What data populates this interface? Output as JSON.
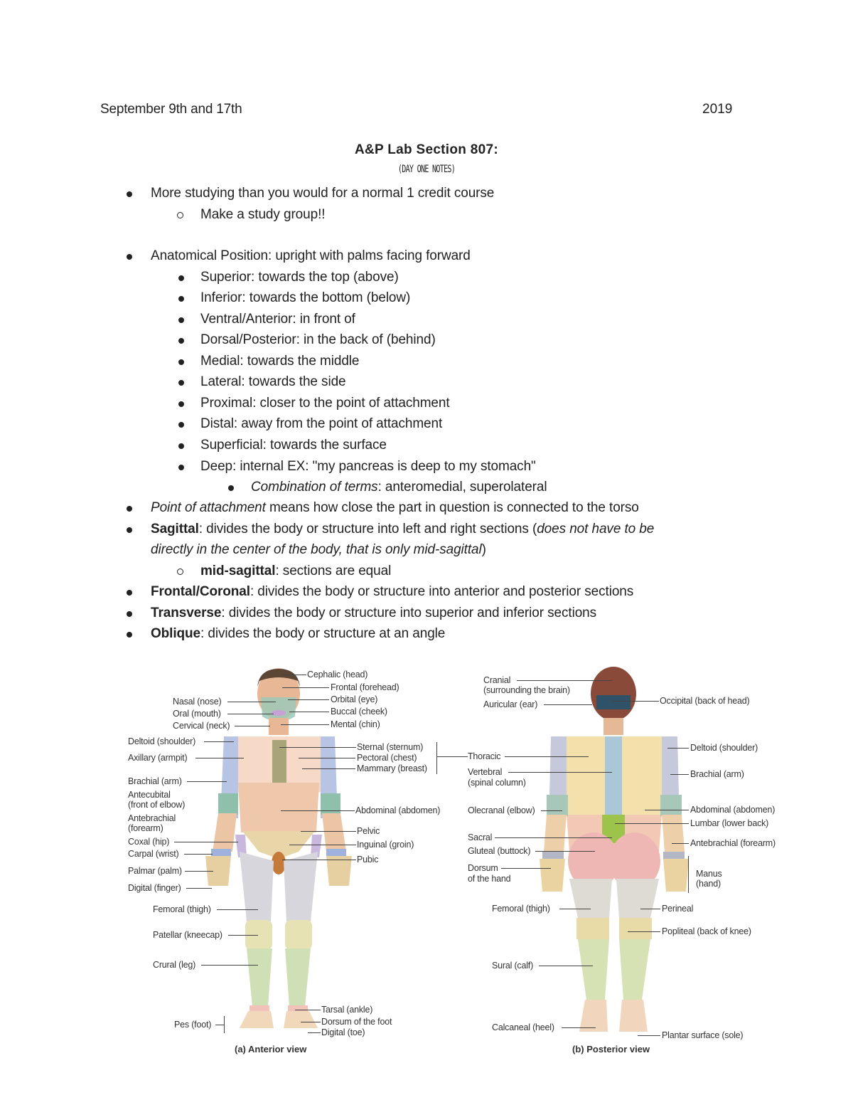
{
  "header": {
    "dates": "September 9th and 17th",
    "year": "2019"
  },
  "title": "A&P Lab Section 807:",
  "subtitle": "(DAY ONE NOTES)",
  "notes": {
    "n1": "More studying than you would for a normal 1 credit course",
    "n1_sub1": "Make a study group!!",
    "n2": "Anatomical Position: upright with palms facing forward",
    "n2_subs": [
      "Superior: towards the top (above)",
      "Inferior: towards the bottom (below)",
      "Ventral/Anterior: in front of",
      "Dorsal/Posterior: in the back of (behind)",
      "Medial: towards the middle",
      "Lateral: towards the side",
      "Proximal: closer to the point of attachment",
      "Distal: away from the point of attachment",
      "Superficial: towards the surface",
      " Deep: internal EX: \"my pancreas is deep to my stomach\""
    ],
    "n2_subsub_italic": "Combination of terms",
    "n2_subsub_rest": ": anteromedial, superolateral",
    "n3_italic": "Point of attachment",
    "n3_rest": " means how close the part in question is connected to the torso",
    "n4_bold": "Sagittal",
    "n4_rest": ": divides the body or structure into left and right sections (",
    "n4_italic": "does not have to be",
    "n4_line2_italic": "directly in the center of the body, that is only mid-sagittal",
    "n4_line2_end": ")",
    "n4_sub_bold": "mid-sagittal",
    "n4_sub_rest": ": sections are equal",
    "n5_bold": "Frontal/Coronal",
    "n5_rest": ": divides the body or structure into anterior and posterior sections",
    "n6_bold": "Transverse",
    "n6_rest": ": divides the body or structure into superior and inferior sections",
    "n7_bold": "Oblique",
    "n7_rest": ": divides the body or structure at an angle"
  },
  "figure": {
    "anterior": {
      "caption": "(a) Anterior view",
      "left_labels": [
        "Nasal (nose)",
        "Oral (mouth)",
        "Cervical (neck)",
        "Deltoid (shoulder)",
        "Axillary (armpit)",
        "Brachial (arm)",
        "Antecubital",
        "(front of elbow)",
        "Antebrachial",
        "(forearm)",
        "Coxal (hip)",
        "Carpal (wrist)",
        "Palmar (palm)",
        "Digital (finger)",
        "Femoral (thigh)",
        "Patellar (kneecap)",
        "Crural (leg)",
        "Pes (foot)"
      ],
      "right_labels": [
        "Cephalic (head)",
        "Frontal (forehead)",
        "Orbital (eye)",
        "Buccal (cheek)",
        "Mental (chin)",
        "Sternal (sternum)",
        "Pectoral (chest)",
        "Mammary (breast)",
        "Abdominal (abdomen)",
        "Pelvic",
        "Inguinal (groin)",
        "Pubic",
        "Tarsal (ankle)",
        "Dorsum of the foot",
        "Digital (toe)"
      ]
    },
    "posterior": {
      "caption": "(b) Posterior view",
      "left_labels": [
        "Cranial",
        "(surrounding the brain)",
        "Auricular (ear)",
        "Thoracic",
        "Vertebral",
        "(spinal column)",
        "Olecranal (elbow)",
        "Sacral",
        "Gluteal (buttock)",
        "Dorsum",
        "of the hand",
        "Femoral (thigh)",
        "Sural (calf)",
        "Calcaneal (heel)"
      ],
      "right_labels": [
        "Occipital (back of head)",
        "Deltoid (shoulder)",
        "Brachial (arm)",
        "Abdominal (abdomen)",
        "Lumbar (lower back)",
        "Antebrachial (forearm)",
        "Manus",
        "(hand)",
        "Perineal",
        "Popliteal (back of knee)",
        "Plantar surface (sole)"
      ]
    }
  }
}
